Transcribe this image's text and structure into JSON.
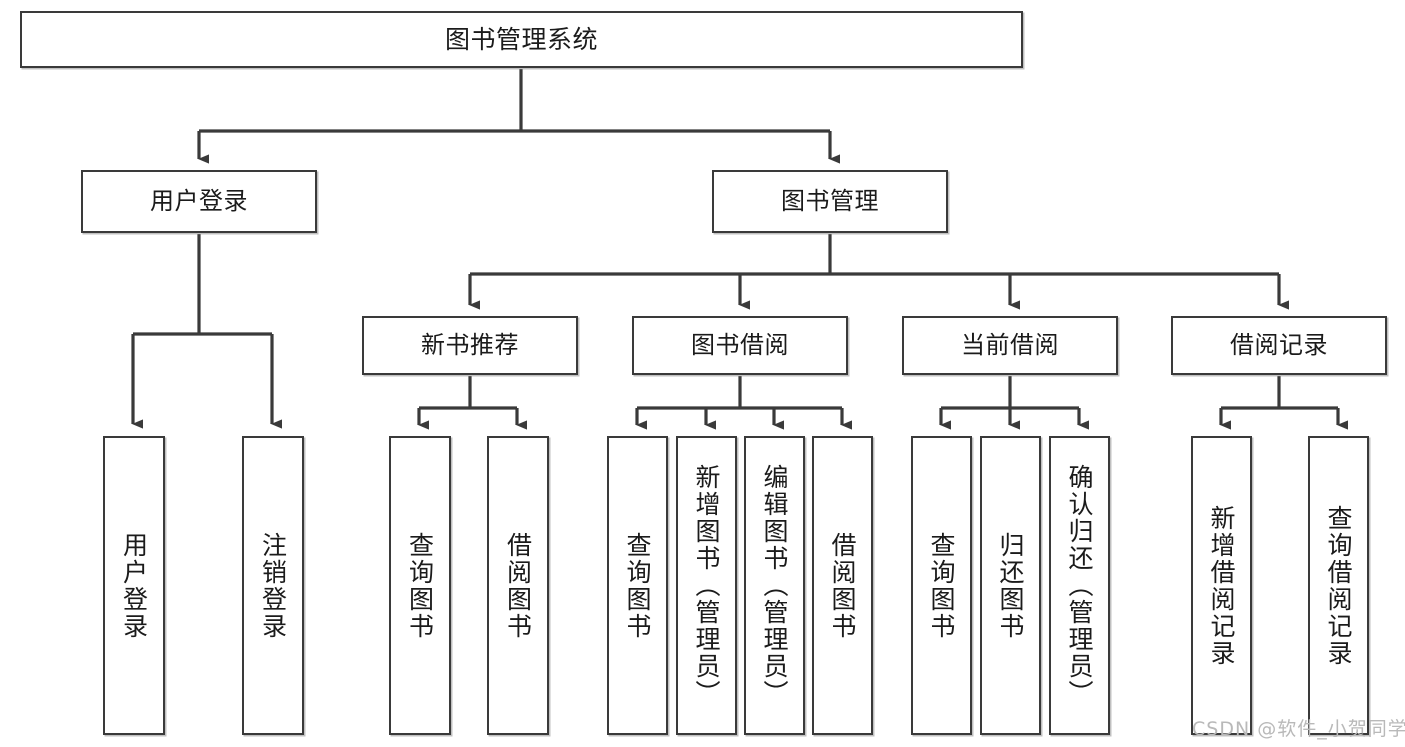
{
  "diagram": {
    "title": "图书管理系统",
    "type": "tree",
    "orientation": "top-down"
  },
  "style": {
    "line_color": "#3a3a3a",
    "box_border": "#3a3a3a",
    "box_fill": "#ffffff",
    "text_color": "#1b1b1b",
    "watermark_color": "#b9b9b9",
    "canvas_bg": "#ffffff"
  },
  "nodes": {
    "root": {
      "label": "图书管理系统"
    },
    "level2": [
      {
        "id": "user-login",
        "label": "用户登录"
      },
      {
        "id": "book-manage",
        "label": "图书管理"
      }
    ],
    "level3": [
      {
        "id": "new-book-recommend",
        "label": "新书推荐"
      },
      {
        "id": "book-borrow",
        "label": "图书借阅"
      },
      {
        "id": "current-borrow",
        "label": "当前借阅"
      },
      {
        "id": "borrow-record",
        "label": "借阅记录"
      }
    ],
    "leaves": {
      "user_login": [
        {
          "id": "leaf-user-login",
          "label": "用户登录"
        },
        {
          "id": "leaf-logout-login",
          "label": "注销登录"
        }
      ],
      "new_book_recommend": [
        {
          "id": "leaf-query-book-1",
          "label": "查询图书"
        },
        {
          "id": "leaf-borrow-book-1",
          "label": "借阅图书"
        }
      ],
      "book_borrow": [
        {
          "id": "leaf-query-book-2",
          "label": "查询图书"
        },
        {
          "id": "leaf-add-book",
          "label": "新增图书（管理员）"
        },
        {
          "id": "leaf-edit-book",
          "label": "编辑图书（管理员）"
        },
        {
          "id": "leaf-borrow-book-2",
          "label": "借阅图书"
        }
      ],
      "current_borrow": [
        {
          "id": "leaf-query-book-3",
          "label": "查询图书"
        },
        {
          "id": "leaf-return-book",
          "label": "归还图书"
        },
        {
          "id": "leaf-confirm-return",
          "label": "确认归还（管理员）"
        }
      ],
      "borrow_record": [
        {
          "id": "leaf-add-record",
          "label": "新增借阅记录"
        },
        {
          "id": "leaf-query-record",
          "label": "查询借阅记录"
        }
      ]
    }
  },
  "watermark": {
    "text": "CSDN @软件_小贺同学"
  }
}
